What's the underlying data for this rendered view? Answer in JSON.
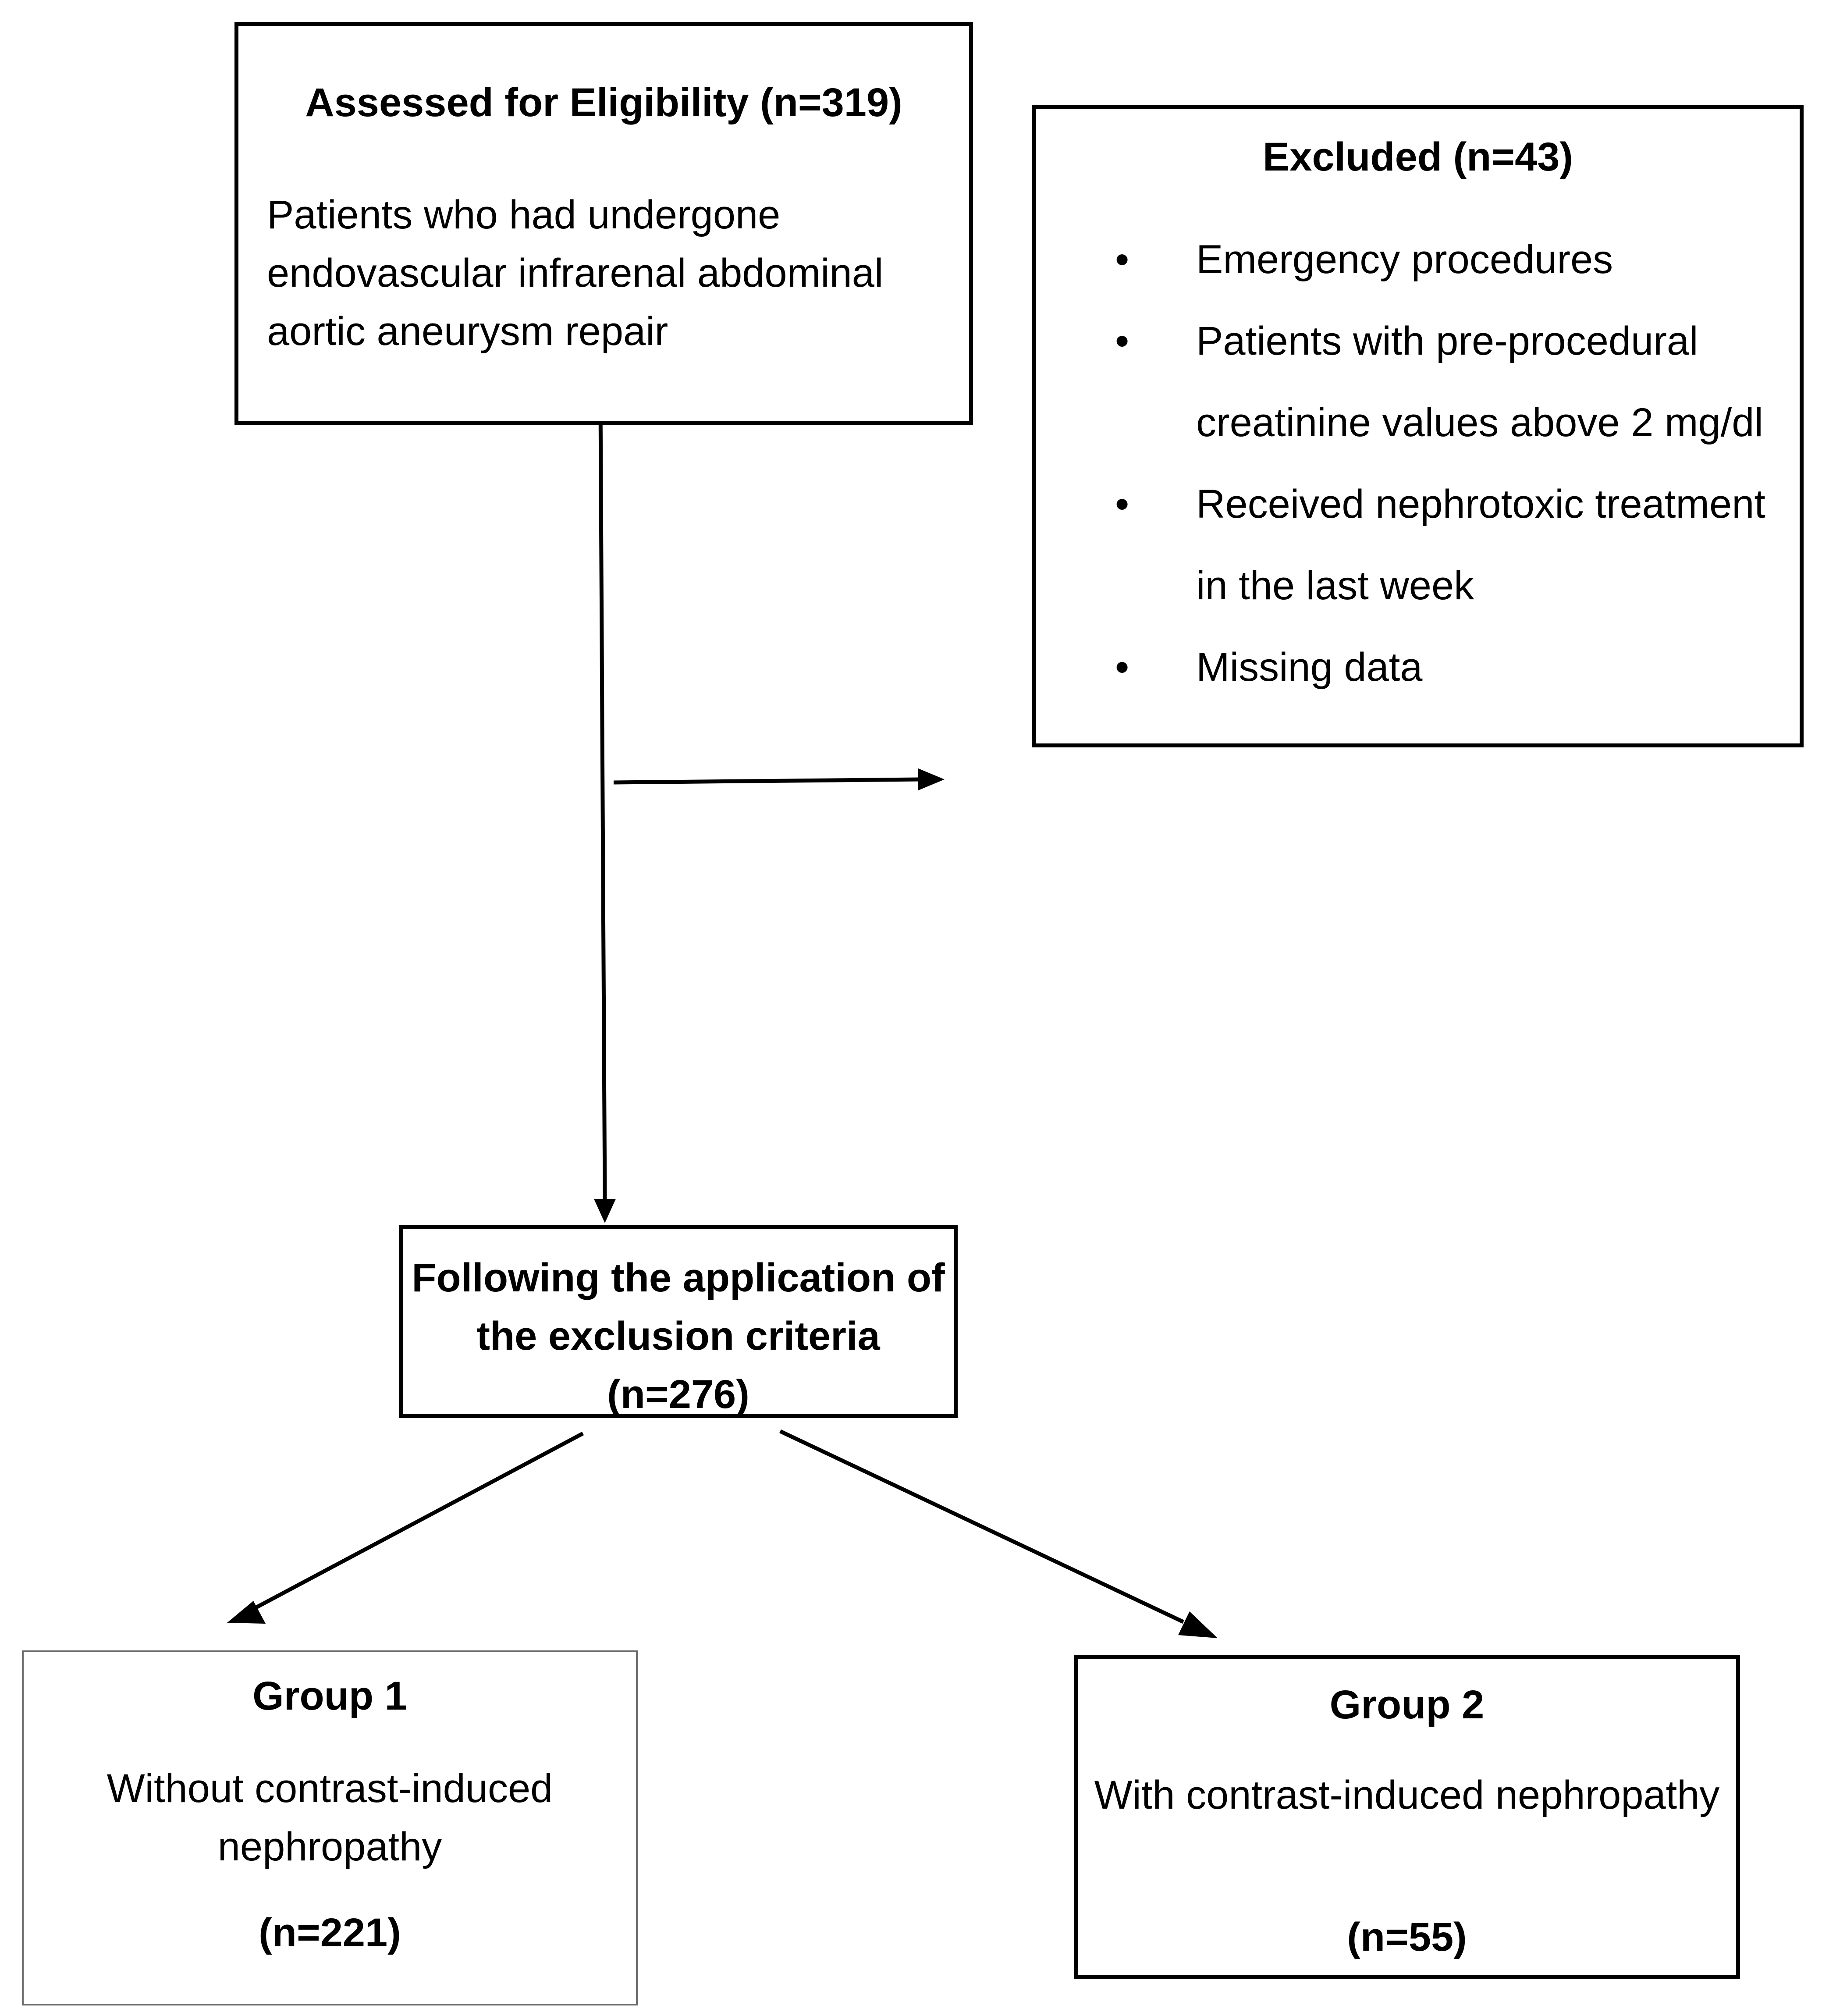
{
  "assessed": {
    "title": "Assessed for Eligibility (n=319)",
    "description": "Patients who had undergone endovascular infrarenal abdominal aortic aneurysm repair"
  },
  "excluded": {
    "title": "Excluded (n=43)",
    "items": [
      "Emergency procedures",
      "Patients with pre-procedural creatinine values above 2 mg/dl",
      "Received nephrotoxic treatment in the last week",
      "Missing data"
    ]
  },
  "following": {
    "text": "Following the application of the exclusion criteria (n=276)"
  },
  "group1": {
    "title": "Group 1",
    "description": "Without contrast-induced nephropathy",
    "count": "(n=221)"
  },
  "group2": {
    "title": "Group 2",
    "description": "With contrast-induced nephropathy",
    "count": "(n=55)"
  }
}
